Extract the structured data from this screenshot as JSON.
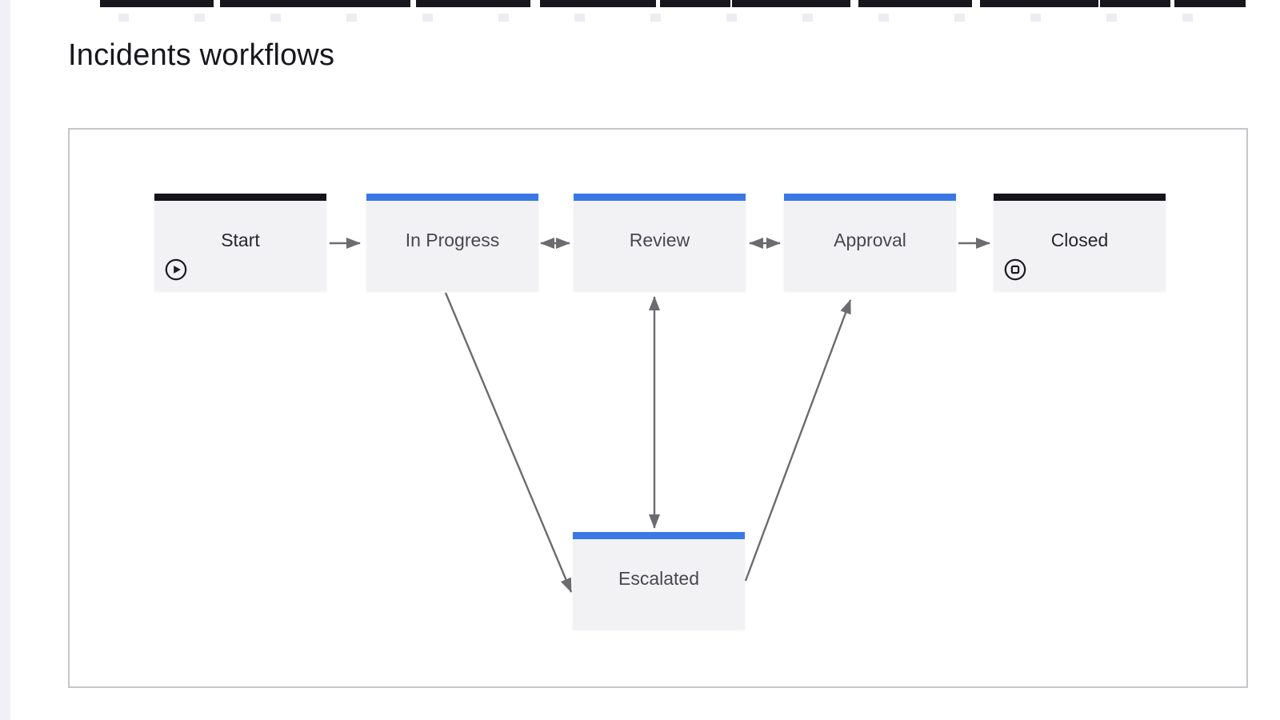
{
  "page": {
    "title": "Incidents workflows"
  },
  "colors": {
    "accent_blue": "#3a78e6",
    "accent_black": "#141419",
    "node_body": "#f2f2f5",
    "node_text": "#47474f",
    "terminal_node_text": "#26262c",
    "arrow": "#6b6b70",
    "panel_border": "#c6c6ca",
    "title_text": "#17171d"
  },
  "diagram": {
    "nodes": [
      {
        "id": "start",
        "label": "Start",
        "accent": "black",
        "icon": "play-icon"
      },
      {
        "id": "in-progress",
        "label": "In Progress",
        "accent": "blue",
        "icon": null
      },
      {
        "id": "review",
        "label": "Review",
        "accent": "blue",
        "icon": null
      },
      {
        "id": "approval",
        "label": "Approval",
        "accent": "blue",
        "icon": null
      },
      {
        "id": "closed",
        "label": "Closed",
        "accent": "black",
        "icon": "stop-icon"
      },
      {
        "id": "escalated",
        "label": "Escalated",
        "accent": "blue",
        "icon": null
      }
    ],
    "edges": [
      {
        "from": "start",
        "to": "in-progress",
        "direction": "one-way"
      },
      {
        "from": "in-progress",
        "to": "review",
        "direction": "two-way"
      },
      {
        "from": "review",
        "to": "approval",
        "direction": "two-way"
      },
      {
        "from": "approval",
        "to": "closed",
        "direction": "one-way"
      },
      {
        "from": "in-progress",
        "to": "escalated",
        "direction": "one-way"
      },
      {
        "from": "review",
        "to": "escalated",
        "direction": "two-way"
      },
      {
        "from": "escalated",
        "to": "approval",
        "direction": "one-way"
      }
    ]
  }
}
